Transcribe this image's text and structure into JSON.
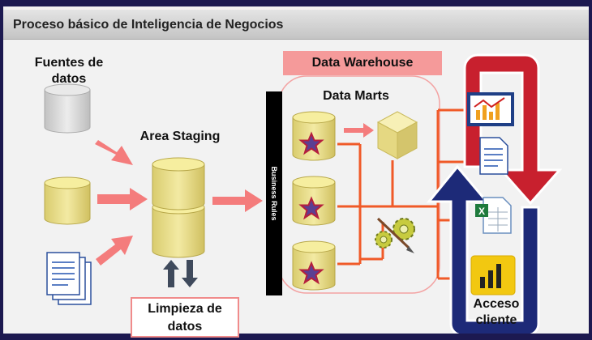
{
  "title": "Proceso básico de Inteligencia de Negocios",
  "labels": {
    "sources": "Fuentes de\ndatos",
    "staging": "Area Staging",
    "cleaning": "Limpieza de\ndatos",
    "business_rules": "Business Rules",
    "data_warehouse": "Data Warehouse",
    "data_marts": "Data Marts",
    "client_access": "Acceso\ncliente"
  },
  "colors": {
    "background": "#1c1950",
    "flow_arrow": "#f47c7c",
    "connector": "#f05a28",
    "database": "#ecdf8a",
    "source_database_gray": "#d8d8d8",
    "return_arrow_red": "#c8202e",
    "return_arrow_blue": "#1d2a78"
  },
  "icons": [
    "database-icon",
    "document-stack-icon",
    "star-icon",
    "cube-icon",
    "gears-icon",
    "chart-icon",
    "document-icon",
    "excel-icon",
    "power-bi-icon"
  ]
}
